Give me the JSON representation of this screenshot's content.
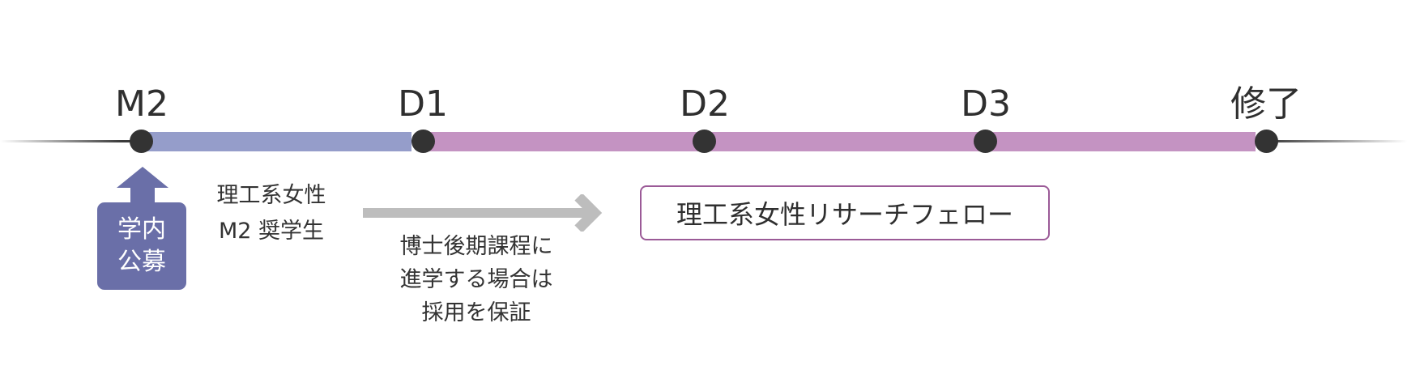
{
  "stages": [
    "M2",
    "D1",
    "D2",
    "D3",
    "修了"
  ],
  "recruitment": {
    "lines": [
      "学内",
      "公募"
    ]
  },
  "scholarship": {
    "lines": [
      "理工系女性",
      "M2 奨学生"
    ]
  },
  "guarantee": {
    "lines": [
      "博士後期課程に",
      "進学する場合は",
      "採用を保証"
    ]
  },
  "fellowship": {
    "label": "理工系女性リサーチフェロー"
  },
  "colors": {
    "m2_band": "#959dca",
    "doctoral_band": "#c493c2",
    "recruit_box": "#6a6fa8",
    "guarantee_arrow": "#bdbdbd",
    "fellow_border": "#9b5a97",
    "node": "#333333"
  }
}
